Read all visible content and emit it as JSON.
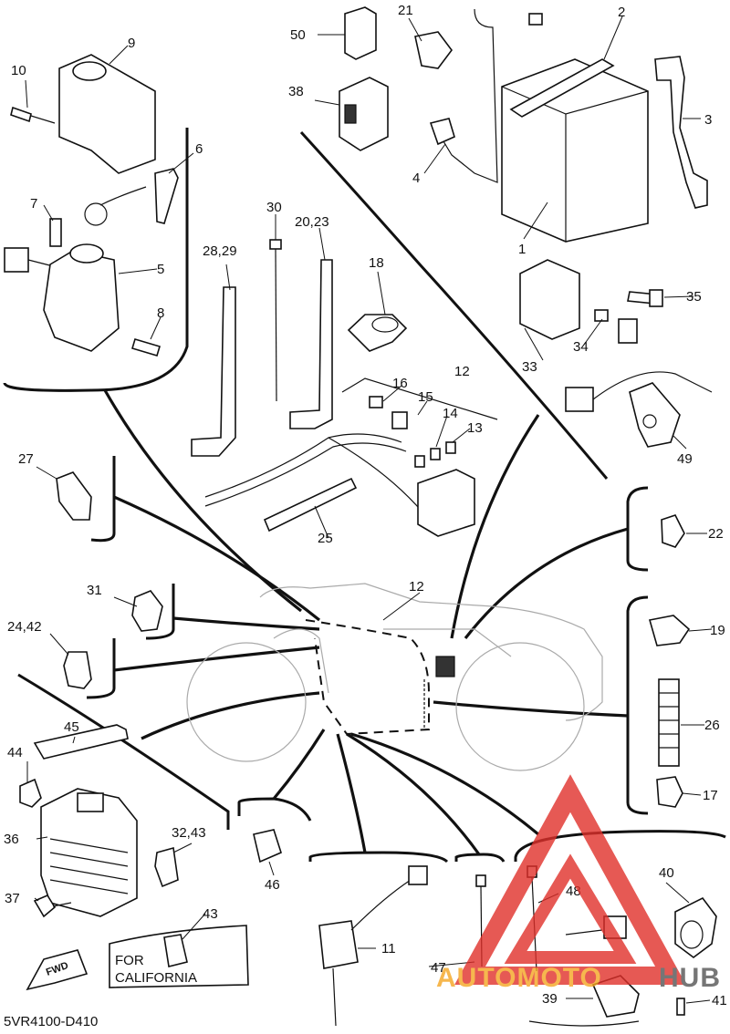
{
  "diagram_code": "5VR4100-D410",
  "california_note": [
    "FOR",
    "CALIFORNIA"
  ],
  "fwd_label": "FWD",
  "watermark": {
    "text_left": "AUTOMOTO",
    "text_right": "HUB",
    "color_text": "#f5a623",
    "color_hub": "#555555",
    "color_logo": "#e0302a"
  },
  "callouts": {
    "p1": "1",
    "p2": "2",
    "p3": "3",
    "p4": "4",
    "p5": "5",
    "p6": "6",
    "p7": "7",
    "p8": "8",
    "p9": "9",
    "p10": "10",
    "p11": "11",
    "p12a": "12",
    "p12b": "12",
    "p13": "13",
    "p14": "14",
    "p15": "15",
    "p16": "16",
    "p17": "17",
    "p18": "18",
    "p19": "19",
    "p20_23": "20,23",
    "p21": "21",
    "p22": "22",
    "p24_42": "24,42",
    "p25": "25",
    "p26": "26",
    "p27": "27",
    "p28_29": "28,29",
    "p30": "30",
    "p31": "31",
    "p32_43": "32,43",
    "p33": "33",
    "p34": "34",
    "p35": "35",
    "p36": "36",
    "p37": "37",
    "p38": "38",
    "p39": "39",
    "p40": "40",
    "p41": "41",
    "p43": "43",
    "p44": "44",
    "p45": "45",
    "p46": "46",
    "p47": "47",
    "p48": "48",
    "p49": "49",
    "p50": "50"
  }
}
